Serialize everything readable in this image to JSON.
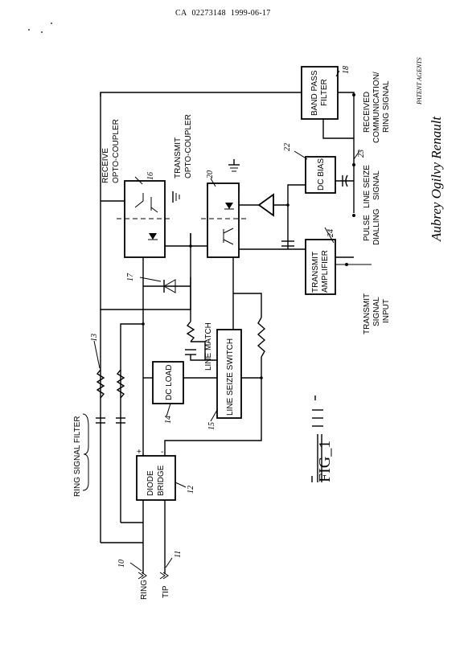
{
  "header": {
    "office": "CA",
    "number": "02273148",
    "date": "1999-06-17"
  },
  "labels": {
    "ring_signal_filter": "RING SIGNAL FILTER",
    "receive_opto_1": "RECEIVE",
    "receive_opto_2": "OPTO-COUPLER",
    "transmit_opto_1": "TRANSMIT",
    "transmit_opto_2": "OPTO-COUPLER",
    "band_pass_1": "BAND PASS",
    "band_pass_2": "FILTER",
    "received_1": "RECEIVED",
    "received_2": "COMMUNICATION/",
    "received_3": "RING SIGNAL",
    "dc_bias": "DC BIAS",
    "line_seize_1": "LINE SEIZE",
    "line_seize_2": "SIGNAL",
    "pulse_1": "PULSE",
    "pulse_2": "DIALLING",
    "transmit_amp_1": "TRANSMIT",
    "transmit_amp_2": "AMPLIFIER",
    "transmit_sig_1": "TRANSMIT",
    "transmit_sig_2": "SIGNAL",
    "transmit_sig_3": "INPUT",
    "line_match": "LINE MATCH",
    "dc_load": "DC LOAD",
    "line_seize_switch": "LINE SEIZE SWITCH",
    "diode_1": "DIODE",
    "diode_2": "BRIDGE",
    "ring": "RING",
    "tip": "TIP",
    "plus": "+",
    "minus": "-"
  },
  "refs": {
    "r10": "10",
    "r11": "11",
    "r12": "12",
    "r13": "13",
    "r14": "14",
    "r15": "15",
    "r16": "16",
    "r17": "17",
    "r18": "18",
    "r20": "20",
    "r22": "22",
    "r23": "23",
    "r24": "24"
  },
  "figure": {
    "label": "FIG_1"
  },
  "signature": {
    "name": "Aubrey Ogilvy Renault",
    "title": "PATENT AGENTS"
  }
}
